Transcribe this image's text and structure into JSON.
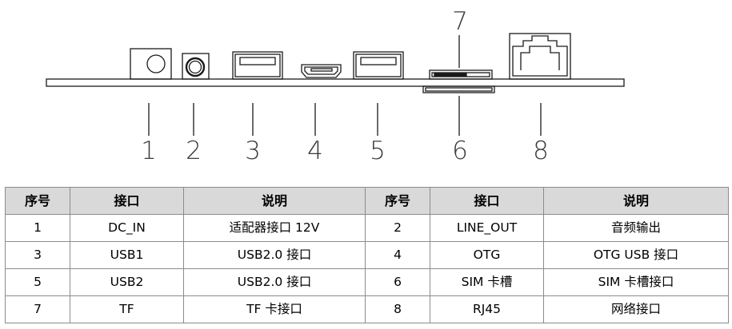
{
  "callouts": [
    "1",
    "2",
    "3",
    "4",
    "5",
    "6",
    "7",
    "8"
  ],
  "table": {
    "headers": [
      "序号",
      "接口",
      "说明",
      "序号",
      "接口",
      "说明"
    ],
    "rows": [
      [
        "1",
        "DC_IN",
        "适配器接口 12V",
        "2",
        "LINE_OUT",
        "音频输出"
      ],
      [
        "3",
        "USB1",
        "USB2.0 接口",
        "4",
        "OTG",
        "OTG USB 接口"
      ],
      [
        "5",
        "USB2",
        "USB2.0 接口",
        "6",
        "SIM 卡槽",
        "SIM 卡槽接口"
      ],
      [
        "7",
        "TF",
        "TF 卡接口",
        "8",
        "RJ45",
        "网络接口"
      ]
    ]
  }
}
